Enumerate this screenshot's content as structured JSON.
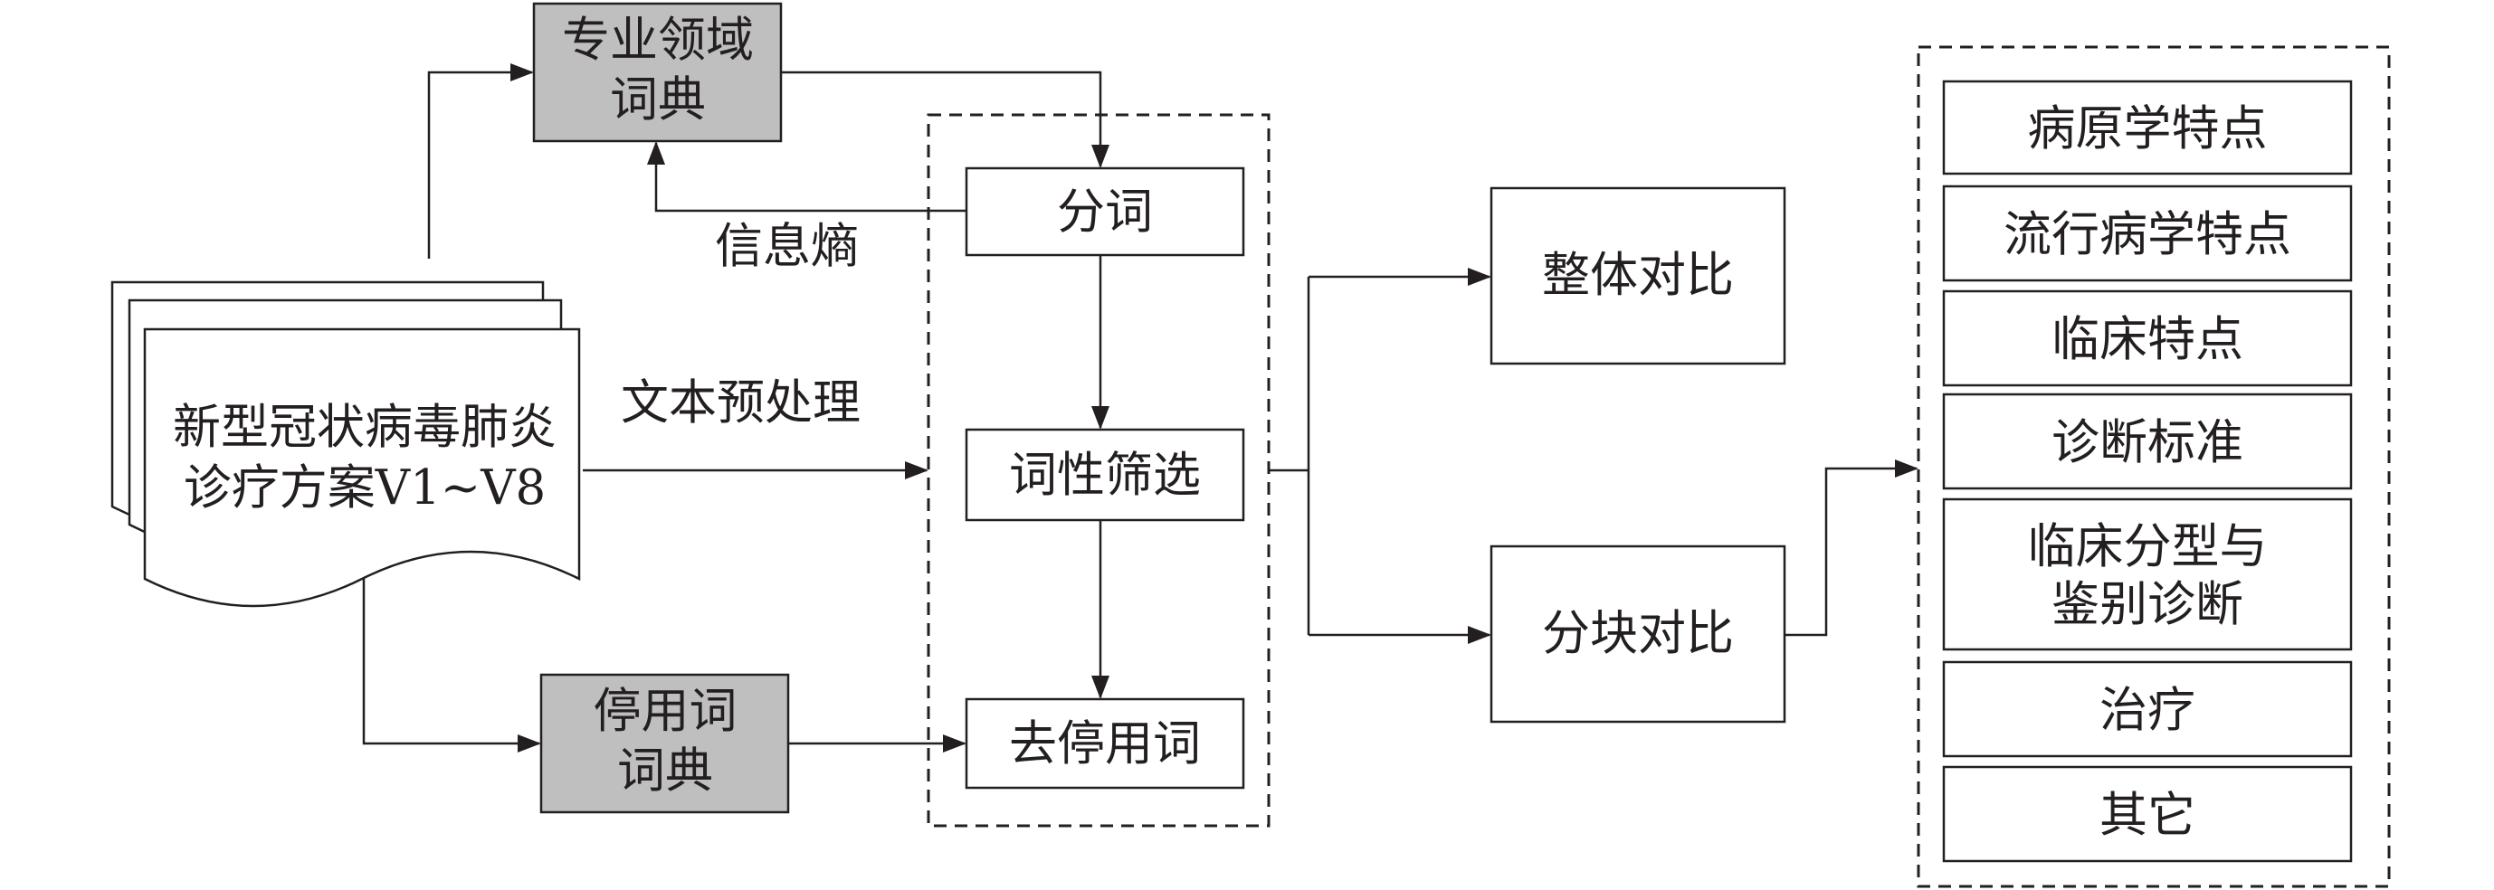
{
  "nodes": {
    "domain_dict": [
      "专业领域",
      "词典"
    ],
    "stopword_dict": [
      "停用词",
      "词典"
    ],
    "document": [
      "新型冠状病毒肺炎",
      "诊疗方案V1~V8"
    ],
    "segmentation": "分词",
    "pos_filter": "词性筛选",
    "remove_stopwords": "去停用词",
    "overall_compare": "整体对比",
    "block_compare": "分块对比"
  },
  "labels": {
    "entropy": "信息熵",
    "preprocess": "文本预处理"
  },
  "sections": [
    {
      "lines": [
        "病原学特点"
      ]
    },
    {
      "lines": [
        "流行病学特点"
      ]
    },
    {
      "lines": [
        "临床特点"
      ]
    },
    {
      "lines": [
        "诊断标准"
      ]
    },
    {
      "lines": [
        "临床分型与",
        "鉴别诊断"
      ]
    },
    {
      "lines": [
        "治疗"
      ]
    },
    {
      "lines": [
        "其它"
      ]
    }
  ]
}
